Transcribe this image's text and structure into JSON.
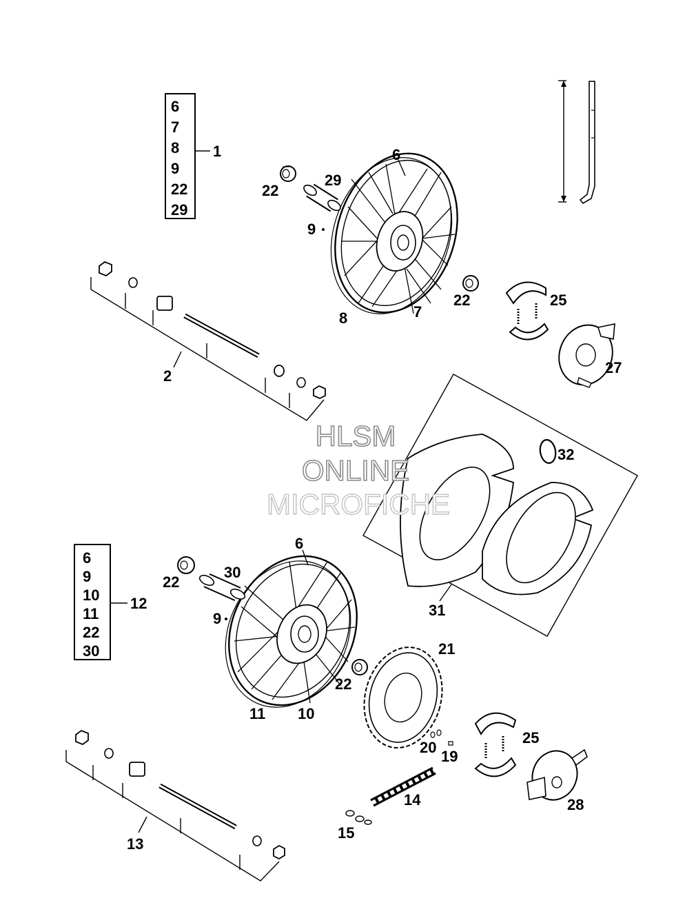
{
  "kit_front": {
    "items": [
      "6",
      "7",
      "8",
      "9",
      "22",
      "29"
    ],
    "label": "1"
  },
  "kit_rear": {
    "items": [
      "6",
      "9",
      "10",
      "11",
      "22",
      "30"
    ],
    "label": "12"
  },
  "labels": {
    "n2": "2",
    "n6a": "6",
    "n6b": "6",
    "n7": "7",
    "n8": "8",
    "n9a": "9",
    "n9b": "9",
    "n10": "10",
    "n11": "11",
    "n13": "13",
    "n14": "14",
    "n15": "15",
    "n19": "19",
    "n20": "20",
    "n21": "21",
    "n22a": "22",
    "n22b": "22",
    "n22c": "22",
    "n22d": "22",
    "n25a": "25",
    "n25b": "25",
    "n27": "27",
    "n28": "28",
    "n29": "29",
    "n30": "30",
    "n31": "31",
    "n32": "32"
  },
  "watermark": {
    "line1": "HLSM",
    "line2": "ONLINE",
    "line3": "MICROFICHE"
  }
}
